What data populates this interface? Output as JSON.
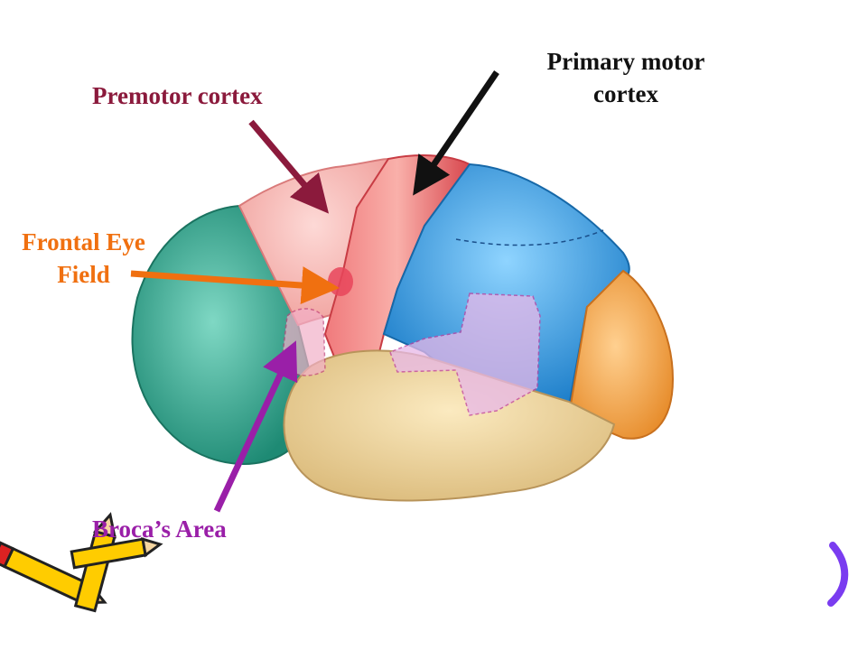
{
  "labels": {
    "premotor": "Premotor cortex",
    "primary_motor_line1": "Primary motor",
    "primary_motor_line2": "cortex",
    "frontal_eye_line1": "Frontal Eye",
    "frontal_eye_line2": "Field",
    "broca": "Broca’s Area"
  },
  "colors": {
    "premotor_label": "#8b1a3c",
    "primary_label": "#111111",
    "frontal_eye_label": "#f07010",
    "broca_label": "#9a1fa8",
    "prefrontal_region": "#2fa58e",
    "premotor_region": "#f4a7a4",
    "primary_motor_region": "#e8555a",
    "parietal_region": "#2f9ee0",
    "occipital_region": "#f0a040",
    "temporal_region": "#e8cf95",
    "wernicke_region": "#e6b3e6"
  },
  "icons": {
    "pencils": "pencils-clipart-icon",
    "bracket": "bracket-decoration-icon"
  }
}
